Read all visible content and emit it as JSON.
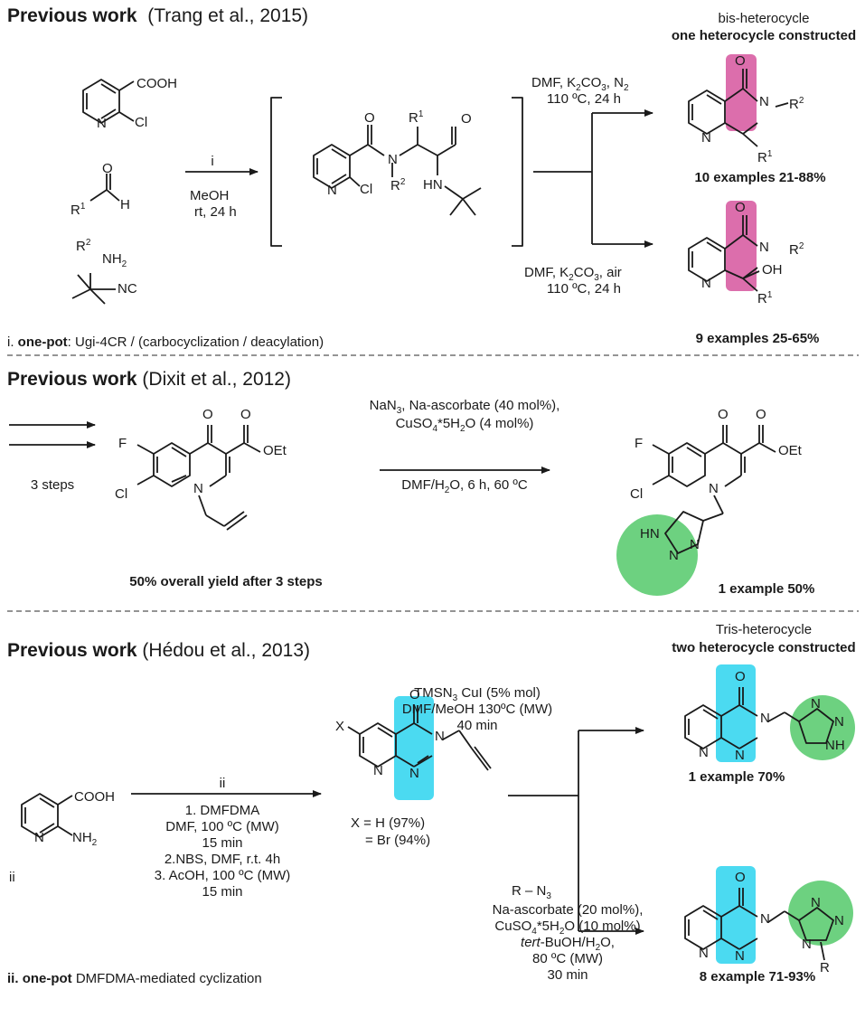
{
  "colors": {
    "magenta": "#d6559e",
    "cyan": "#2bd3ee",
    "green": "#54c96a"
  },
  "section1": {
    "heading_bold": "Previous work",
    "heading_rest": "(Trang et al., 2015)",
    "label_top": "bis-heterocycle",
    "label_bold": "one heterocycle constructed",
    "reagent_step": "i",
    "solvent": "MeOH",
    "conditions": "rt, 24 h",
    "upper_cond_1": "DMF, K2CO3, N2",
    "upper_cond_2": "110 ºC, 24 h",
    "lower_cond_1": "DMF, K2CO3, air",
    "lower_cond_2": "110 ºC, 24 h",
    "upper_result": "10 examples 21-88%",
    "lower_result": "9 examples 25-65%",
    "footnote_bold": "one-pot",
    "footnote_prefix": "i.",
    "footnote_rest": ": Ugi-4CR / (carbocyclization / deacylation)",
    "atoms": {
      "cooh": "COOH",
      "cl": "Cl",
      "n": "N",
      "o": "O",
      "h": "H",
      "r1": "R1",
      "r2": "R2",
      "nh2": "NH2",
      "nc": "NC",
      "hn": "HN",
      "oh": "OH"
    }
  },
  "section2": {
    "heading_bold": "Previous work",
    "heading_rest": "(Dixit et al., 2012)",
    "steps": "3 steps",
    "cond_1": "NaN3, Na-ascorbate (40 mol%),",
    "cond_2": "CuSO4*5H2O (4 mol%)",
    "cond_3": "DMF/H2O, 6 h,  60 ºC",
    "yield_note": "50% overall yield after 3 steps",
    "result": "1 example 50%",
    "atoms": {
      "f": "F",
      "cl": "Cl",
      "o": "O",
      "oet": "OEt",
      "n": "N",
      "hn": "HN"
    }
  },
  "section3": {
    "heading_bold": "Previous work",
    "heading_rest": "(Hédou et al., 2013)",
    "label_top": "Tris-heterocycle",
    "label_bold": "two heterocycle constructed",
    "upper_cond_1": "TMSN3 CuI (5% mol)",
    "upper_cond_2": "DMF/MeOH 130ºC (MW)",
    "upper_cond_3": "40 min",
    "upper_result": "1 example 70%",
    "step_label": "ii",
    "sm_label": "ii",
    "cond_1": "1. DMFDMA",
    "cond_2": "DMF, 100 ºC (MW)",
    "cond_3": "15 min",
    "cond_4": "2.NBS, DMF, r.t. 4h",
    "cond_5": "3. AcOH, 100 ºC (MW)",
    "cond_6": "15 min",
    "x_h": "X = H (97%)",
    "x_br": "= Br (94%)",
    "lower_cond_1": "R – N3",
    "lower_cond_2": "Na-ascorbate (20 mol%),",
    "lower_cond_3": "CuSO4*5H2O (10 mol%)",
    "lower_cond_4": "tert-BuOH/H2O,",
    "lower_cond_5": "80 ºC (MW)",
    "lower_cond_6": "30 min",
    "lower_result": "8 example 71-93%",
    "footnote_prefix": "ii.",
    "footnote_bold": "one-pot",
    "footnote_rest": "DMFDMA-mediated cyclization",
    "atoms": {
      "cooh": "COOH",
      "nh2": "NH2",
      "n": "N",
      "o": "O",
      "x": "X",
      "nh": "NH",
      "r": "R"
    }
  }
}
